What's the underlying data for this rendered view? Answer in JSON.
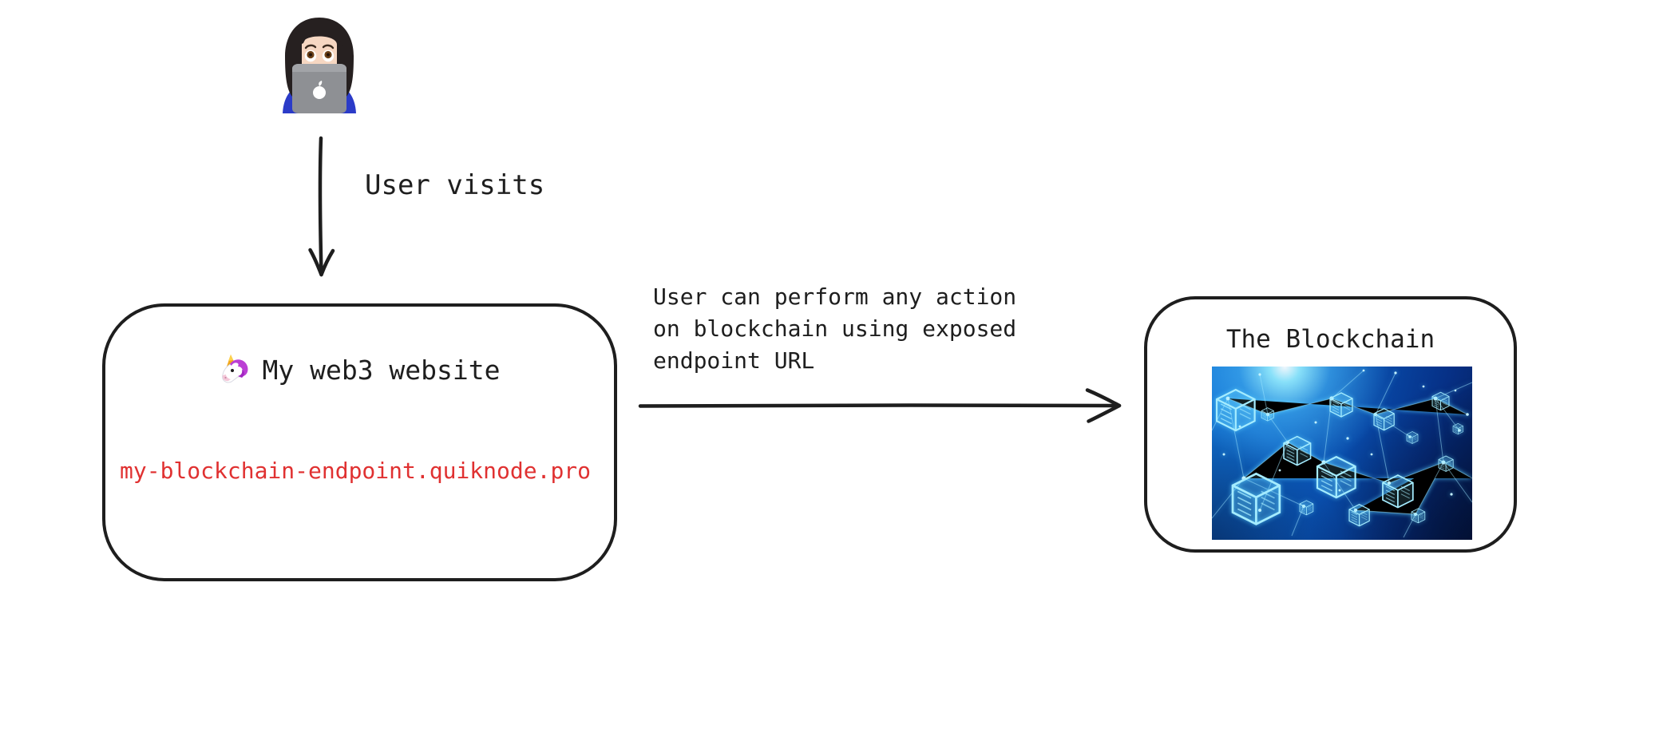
{
  "diagram": {
    "background_color": "#ffffff",
    "stroke_color": "#1e1e1e",
    "accent_red": "#e03131"
  },
  "user": {
    "icon": "woman-technologist-emoji",
    "visit_label": "User visits"
  },
  "website_box": {
    "icon": "unicorn-emoji",
    "title": "My web3 website",
    "endpoint_url": "my-blockchain-endpoint.quiknode.pro",
    "endpoint_url_color": "#e03131"
  },
  "action_arrow": {
    "text": "User can perform any action on blockchain using exposed endpoint URL",
    "lines": [
      "User can perform any action",
      "on blockchain using exposed",
      "endpoint URL"
    ]
  },
  "blockchain_box": {
    "title": "The Blockchain",
    "image": "blockchain-network-cubes-image"
  }
}
